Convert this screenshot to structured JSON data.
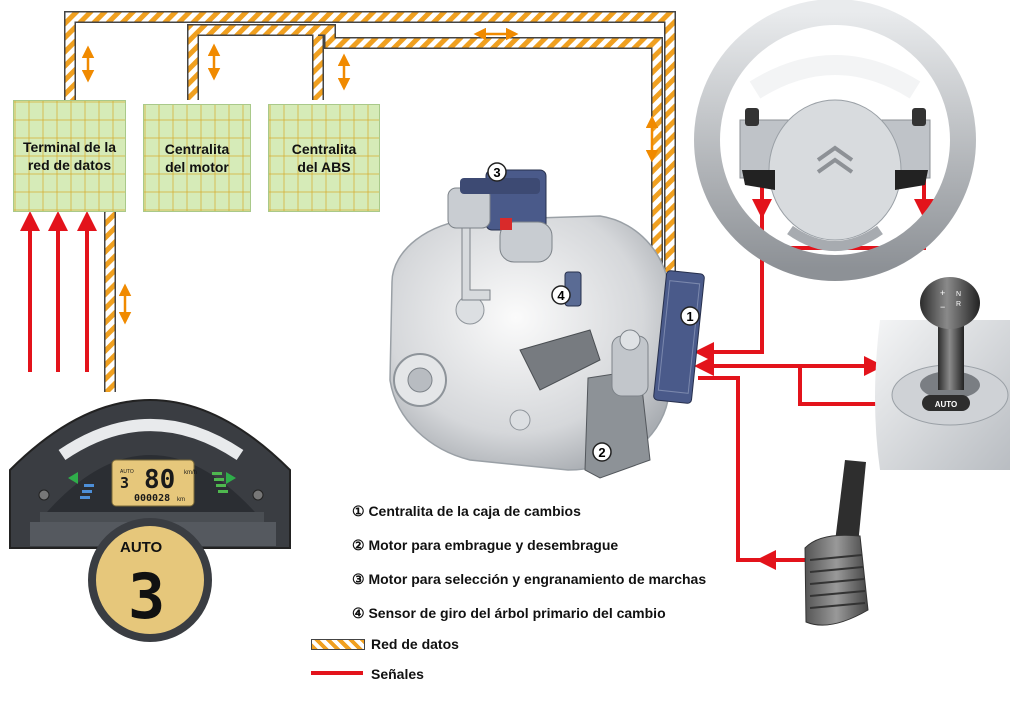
{
  "ecus": {
    "terminal": "Terminal de la\nred de datos",
    "motor": "Centralita\ndel motor",
    "abs": "Centralita\ndel ABS"
  },
  "callouts": [
    "1",
    "2",
    "3",
    "4"
  ],
  "legend": {
    "items": [
      "① Centralita de la caja de cambios",
      "② Motor para embrague y desembrague",
      "③ Motor para selección y engranamiento de marchas",
      "④ Sensor de giro del árbol primario del cambio"
    ],
    "data_network": "Red de datos",
    "signals": "Señales"
  },
  "dashboard": {
    "speed": "80",
    "speed_unit": "km/h",
    "odometer": "000028",
    "odo_unit": "km",
    "gear": "3",
    "mode": "AUTO",
    "zoom_mode": "AUTO",
    "zoom_gear": "3"
  },
  "shifter": {
    "button": "AUTO",
    "pattern_plus": "+",
    "pattern_minus": "−",
    "pattern_n": "N",
    "pattern_r": "R"
  },
  "colors": {
    "signal": "#e3131b",
    "network_stripe": "#f0a020",
    "ecu_fill": "#d6ebb8",
    "dash_bezel": "#3a3d42"
  }
}
